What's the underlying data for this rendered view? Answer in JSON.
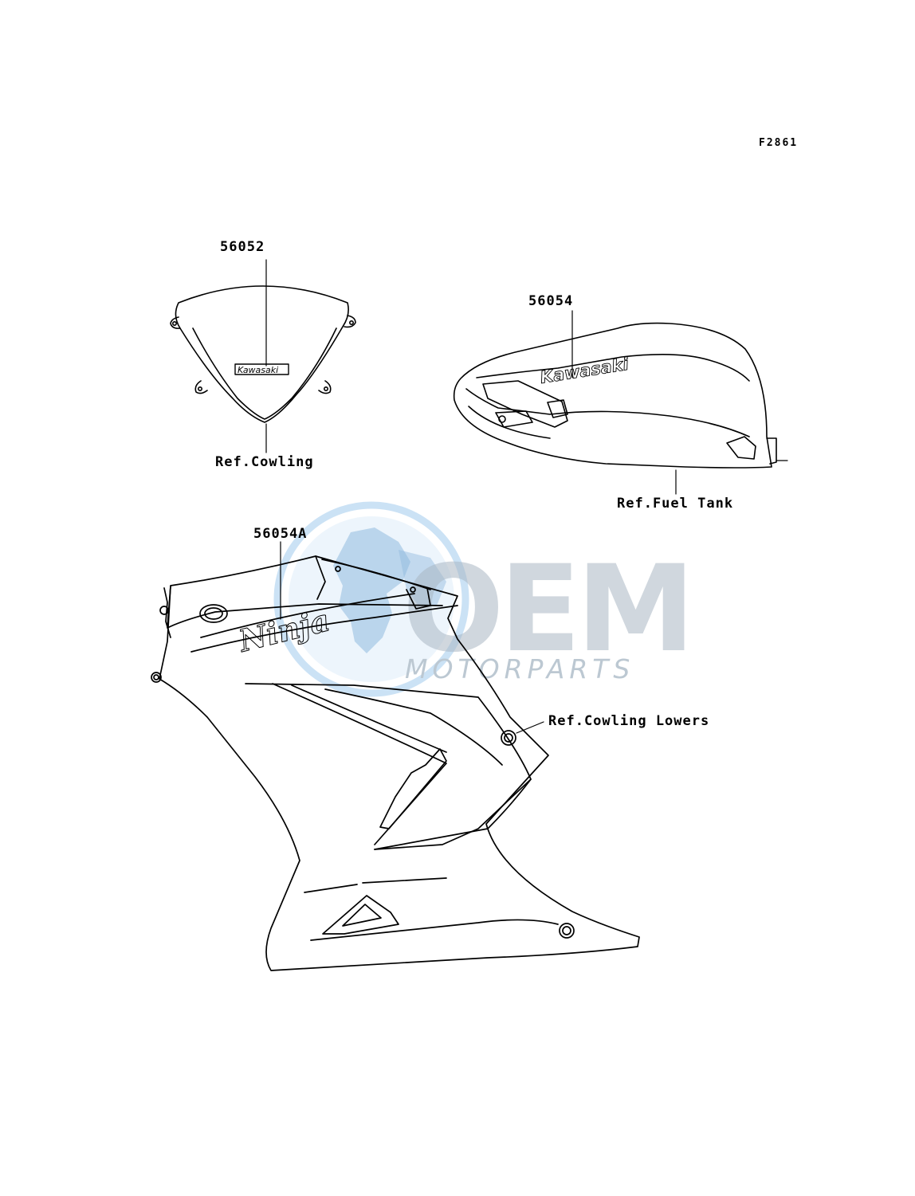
{
  "figure_code": "F2861",
  "parts": [
    {
      "part_number": "56052",
      "decal_text": "Kawasaki",
      "reference": "Ref.Cowling"
    },
    {
      "part_number": "56054",
      "decal_text": "Kawasaki",
      "reference": "Ref.Fuel Tank"
    },
    {
      "part_number": "56054A",
      "decal_text": "Ninja",
      "reference": "Ref.Cowling Lowers"
    }
  ],
  "watermark": {
    "logo_text": "OEM",
    "tagline": "MOTORPARTS"
  },
  "colors": {
    "line": "#000000",
    "watermark_blue": "#9fc8ea",
    "watermark_gray": "#aab6c2"
  }
}
